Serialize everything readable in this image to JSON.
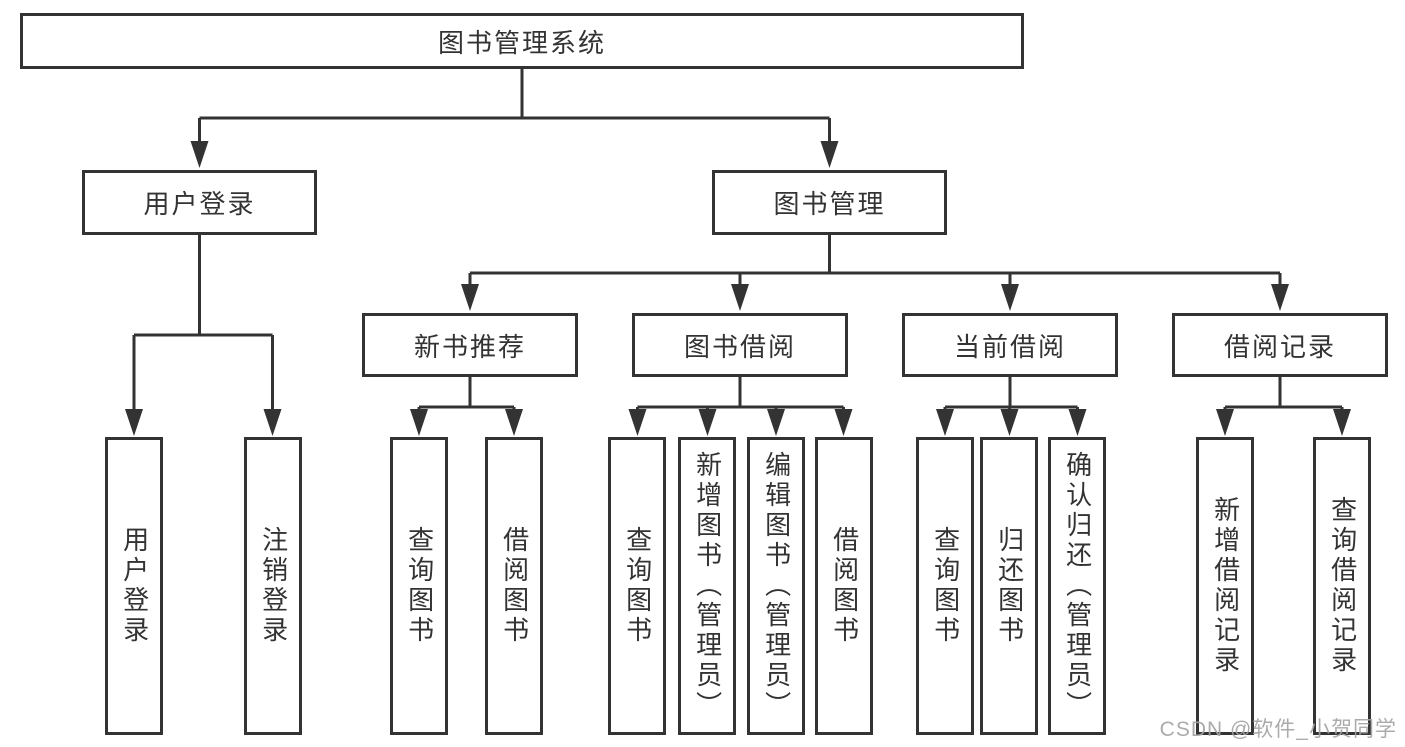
{
  "nodes": {
    "root": "图书管理系统",
    "l2": [
      "用户登录",
      "图书管理"
    ],
    "l3": [
      "新书推荐",
      "图书借阅",
      "当前借阅",
      "借阅记录"
    ],
    "l4": [
      "用户登录",
      "注销登录",
      "查询图书",
      "借阅图书",
      "查询图书",
      "新增图书（管理员）",
      "编辑图书（管理员）",
      "借阅图书",
      "查询图书",
      "归还图书",
      "确认归还（管理员）",
      "新增借阅记录",
      "查询借阅记录"
    ]
  },
  "watermark": "CSDN @软件_小贺同学",
  "colors": {
    "stroke": "#333333",
    "text": "#333333",
    "watermark": "#a4a4a4",
    "background": "#ffffff"
  }
}
